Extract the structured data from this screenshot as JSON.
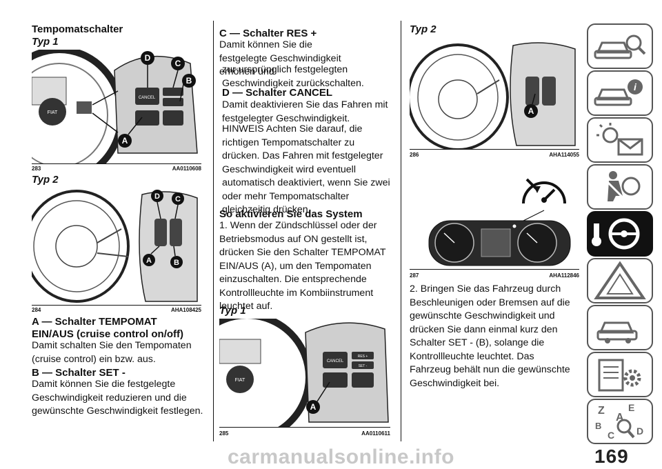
{
  "col1": {
    "title": "Tempomatschalter",
    "typ1": "Typ 1",
    "fig283": {
      "num": "283",
      "code": "AA0110608"
    },
    "typ2": "Typ 2",
    "fig284": {
      "num": "284",
      "code": "AHA108425"
    },
    "a_heading": "A — Schalter TEMPOMAT EIN/AUS (cruise control on/off)",
    "a_text": "Damit schalten Sie den Tempomaten (cruise control) ein bzw. aus.",
    "b_heading": "B — Schalter SET -",
    "b_text": "Damit können Sie die festgelegte Geschwindigkeit reduzieren und die gewünschte Geschwindigkeit festlegen."
  },
  "col2": {
    "c_heading": "C — Schalter RES +",
    "c_text1": "Damit können Sie die festgelegte Geschwindigkeit erhöhen und",
    "c_text2": "zur ursprünglich festgelegten Geschwindigkeit zurückschalten.",
    "d_heading": "D — Schalter CANCEL",
    "d_text": "Damit deaktivieren Sie das Fahren mit festgelegter Geschwindigkeit.",
    "hinweis": "HINWEIS Achten Sie darauf, die richtigen Tempomatschalter zu drücken. Das Fahren mit festgelegter Geschwindigkeit wird eventuell automatisch deaktiviert, wenn Sie zwei oder mehr Tempomatschalter gleichzeitig drücken.",
    "activate_heading": "So aktivieren Sie das System",
    "step1": "1. Wenn der Zündschlüssel oder der Betriebsmodus auf ON gestellt ist, drücken Sie den Schalter TEMPOMAT EIN/AUS (A), um den Tempomaten einzuschalten. Die entsprechende Kontrollleuchte im Kombiinstrument leuchtet auf.",
    "typ1": "Typ 1",
    "fig285": {
      "num": "285",
      "code": "AA0110611"
    }
  },
  "col3": {
    "typ2": "Typ 2",
    "fig286": {
      "num": "286",
      "code": "AHA114055"
    },
    "fig287": {
      "num": "287",
      "code": "AHA112846"
    },
    "step2": "2. Bringen Sie das Fahrzeug durch Beschleunigen oder Bremsen auf die gewünschte Geschwindigkeit und drücken Sie dann einmal kurz den Schalter SET - (B), solange die Kontrollleuchte leuchtet. Das Fahrzeug behält nun die gewünschte Geschwindigkeit bei."
  },
  "labels": {
    "A": "A",
    "B": "B",
    "C": "C",
    "D": "D",
    "cancel": "CANCEL",
    "res": "RES +",
    "set": "SET -",
    "fiat": "FIAT"
  },
  "page_number": "169",
  "watermark": "carmanualsonline.info",
  "sidebar_tab_letters": [
    "Z",
    "E",
    "A",
    "B",
    "C",
    "D"
  ]
}
